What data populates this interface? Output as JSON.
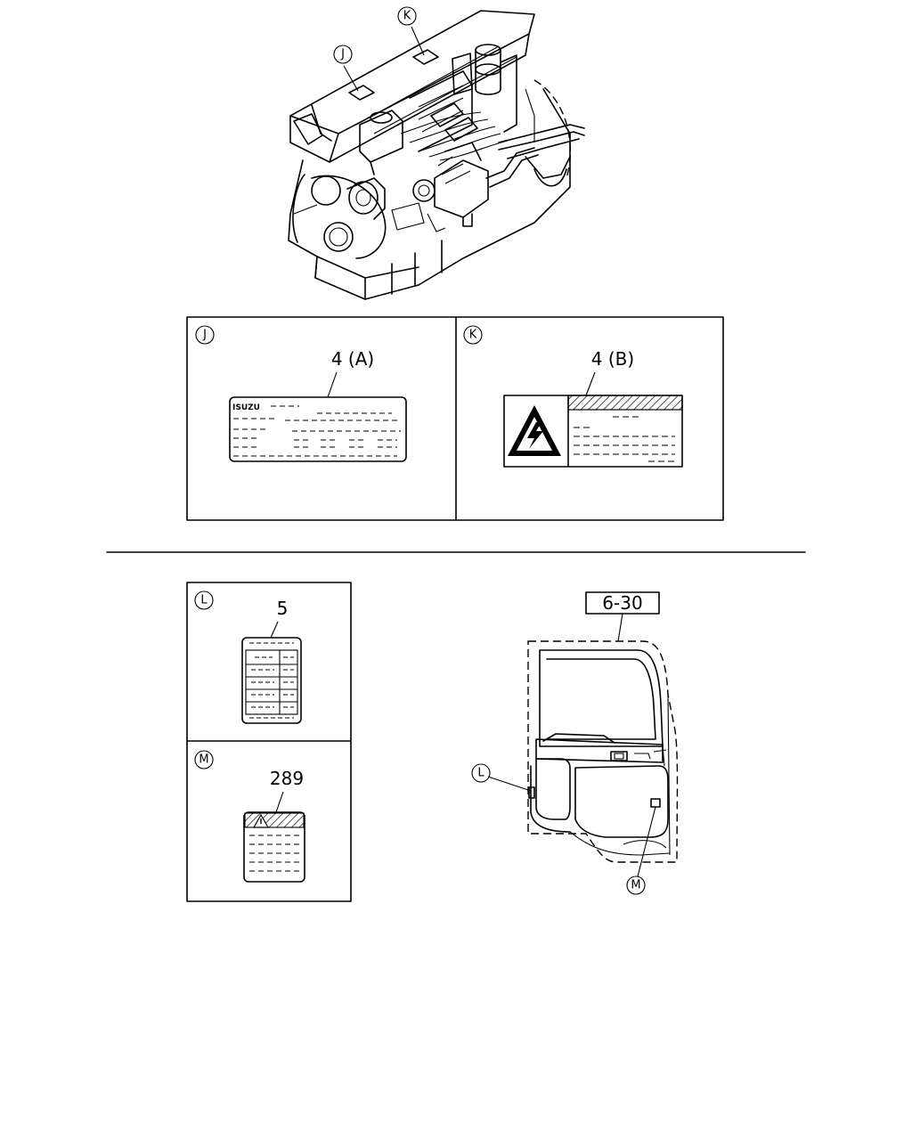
{
  "callouts": {
    "j": "J",
    "k": "K",
    "l": "L",
    "m": "M"
  },
  "labels": {
    "label_j_part": "4 (A)",
    "label_k_part": "4 (B)",
    "label_l_part": "5",
    "label_m_part": "289",
    "door_ref": "6-30"
  },
  "label_j_text": {
    "brand": "ISUZU"
  },
  "icons": {
    "warning": "high-voltage-warning-icon",
    "caution": "caution-triangle-icon"
  }
}
